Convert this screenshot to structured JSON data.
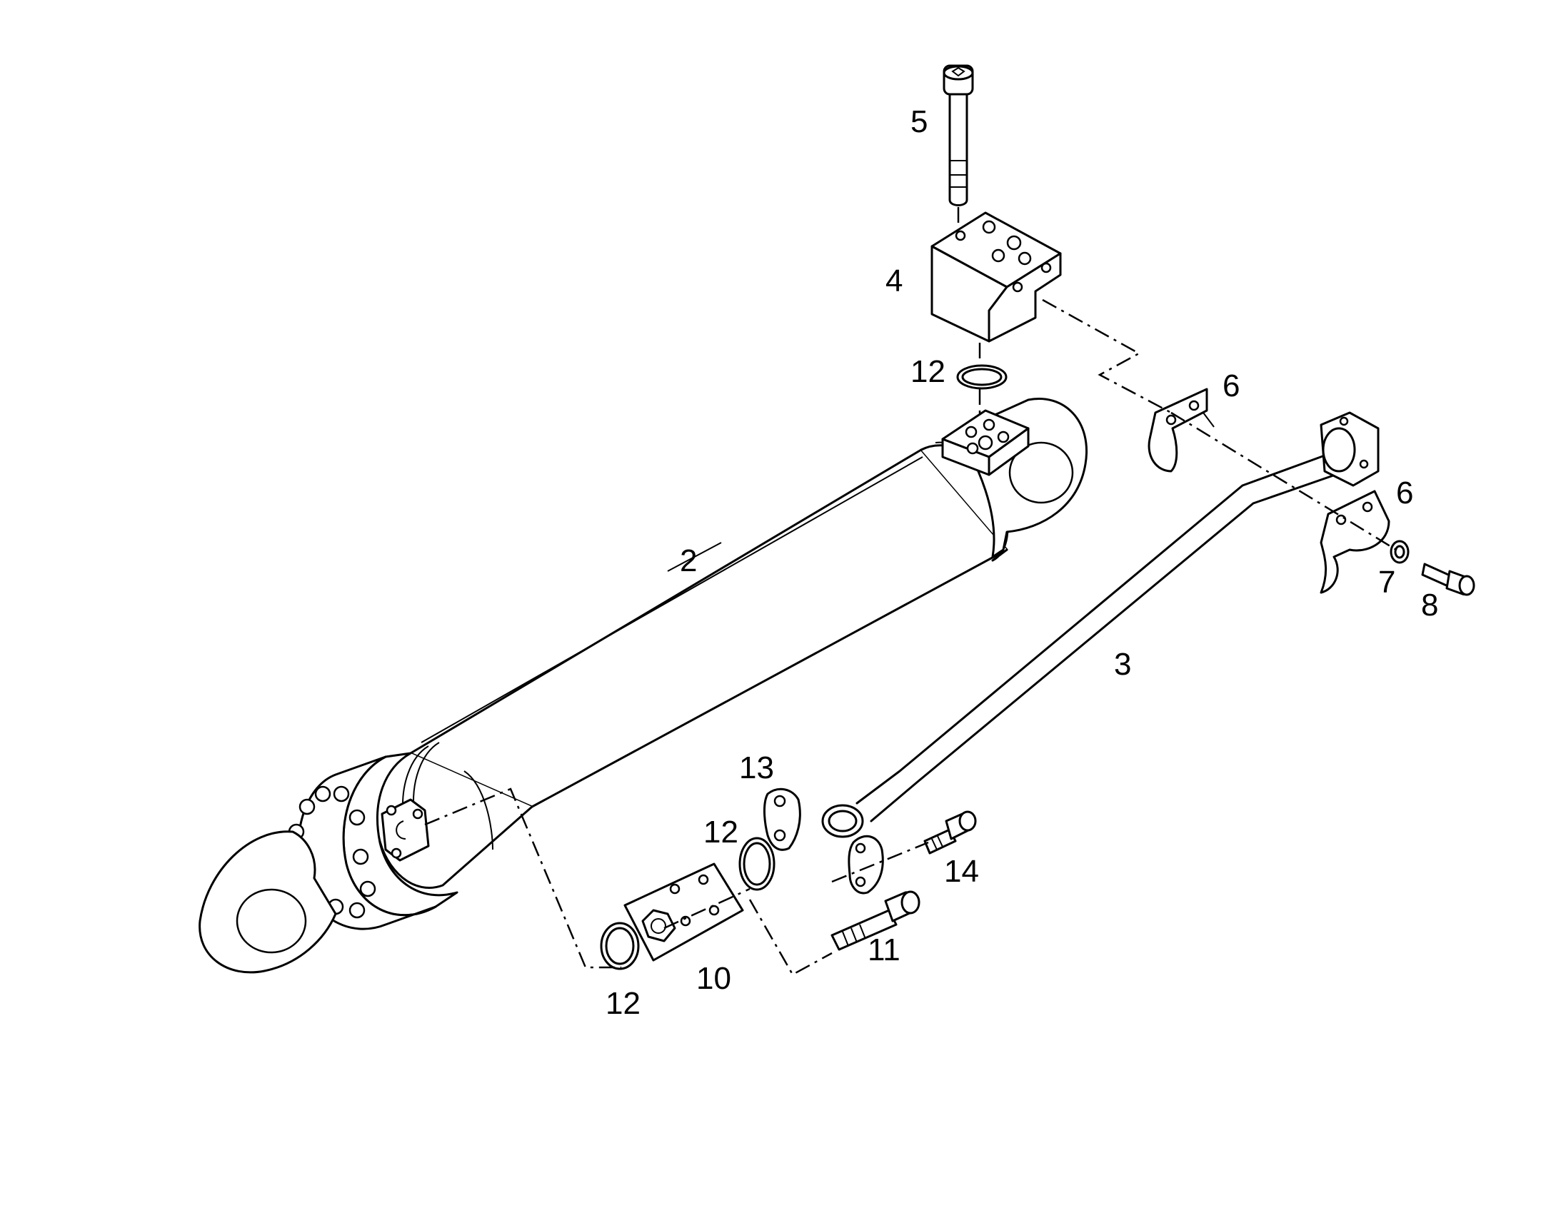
{
  "callouts": [
    {
      "id": "c2",
      "label": "2"
    },
    {
      "id": "c3",
      "label": "3"
    },
    {
      "id": "c4",
      "label": "4"
    },
    {
      "id": "c5",
      "label": "5"
    },
    {
      "id": "c6a",
      "label": "6"
    },
    {
      "id": "c6b",
      "label": "6"
    },
    {
      "id": "c7",
      "label": "7"
    },
    {
      "id": "c8",
      "label": "8"
    },
    {
      "id": "c10",
      "label": "10"
    },
    {
      "id": "c11",
      "label": "11"
    },
    {
      "id": "c12a",
      "label": "12"
    },
    {
      "id": "c12b",
      "label": "12"
    },
    {
      "id": "c12c",
      "label": "12"
    },
    {
      "id": "c13",
      "label": "13"
    },
    {
      "id": "c14",
      "label": "14"
    }
  ]
}
